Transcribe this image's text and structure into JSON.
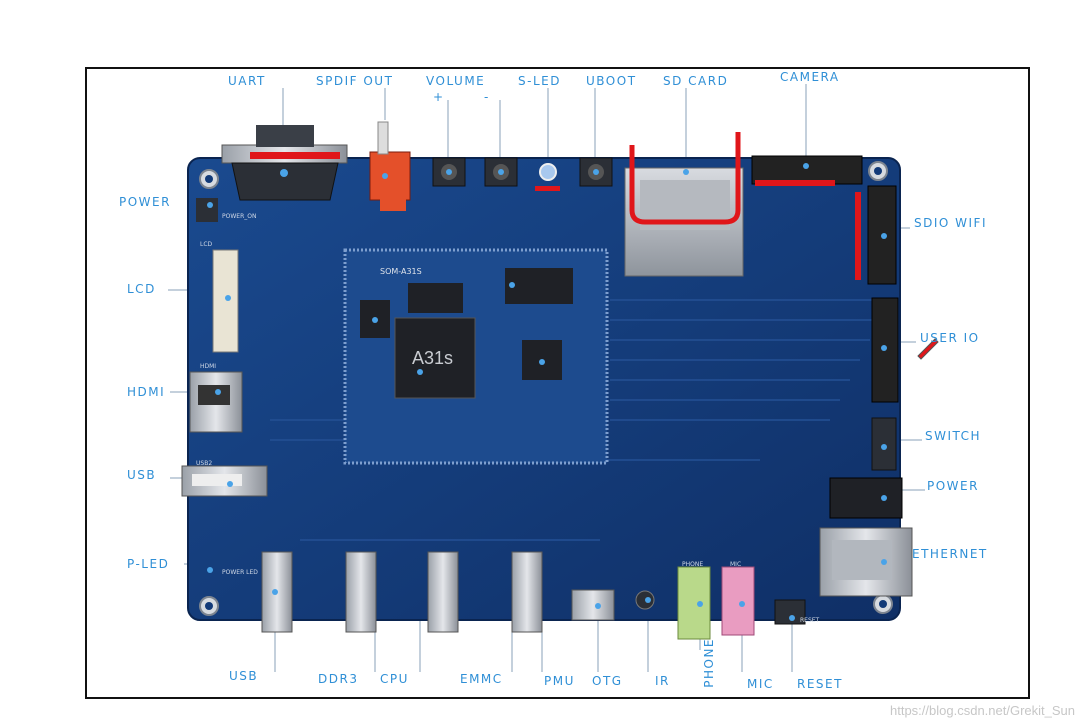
{
  "board": {
    "labels": {
      "uart": "UART",
      "spdif_out": "SPDIF OUT",
      "volume": "VOLUME",
      "vol_plus": "+",
      "vol_minus": "-",
      "s_led": "S-LED",
      "uboot": "UBOOT",
      "sd_card": "SD CARD",
      "camera": "CAMERA",
      "power_top": "POWER",
      "lcd": "LCD",
      "hdmi": "HDMI",
      "usb_left": "USB",
      "p_led": "P-LED",
      "sdio_wifi": "SDIO WIFI",
      "user_io": "USER IO",
      "switch": "SWITCH",
      "power_right": "POWER",
      "ethernet": "ETHERNET",
      "usb_bottom": "USB",
      "ddr3": "DDR3",
      "cpu": "CPU",
      "emmc": "EMMC",
      "pmu": "PMU",
      "otg": "OTG",
      "ir": "IR",
      "phone": "PHONE",
      "mic": "MIC",
      "reset": "RESET"
    },
    "silkscreen": {
      "chip_main": "A31s",
      "module": "SOM-A31S",
      "pcb_power": "POWER_ON",
      "pcb_lcd": "LCD",
      "pcb_hdmi": "HDMI",
      "pcb_usb2": "USB2",
      "pcb_reset": "RESET",
      "pcb_mic": "MIC",
      "pcb_phone": "PHONE",
      "pcb_power_led": "POWER LED"
    }
  },
  "watermark": "https://blog.csdn.net/Grekit_Sun",
  "colors": {
    "board": "#123a78",
    "label": "#2f8fd6",
    "highlight": "#e0161a",
    "silver": "#c9ccd1"
  }
}
